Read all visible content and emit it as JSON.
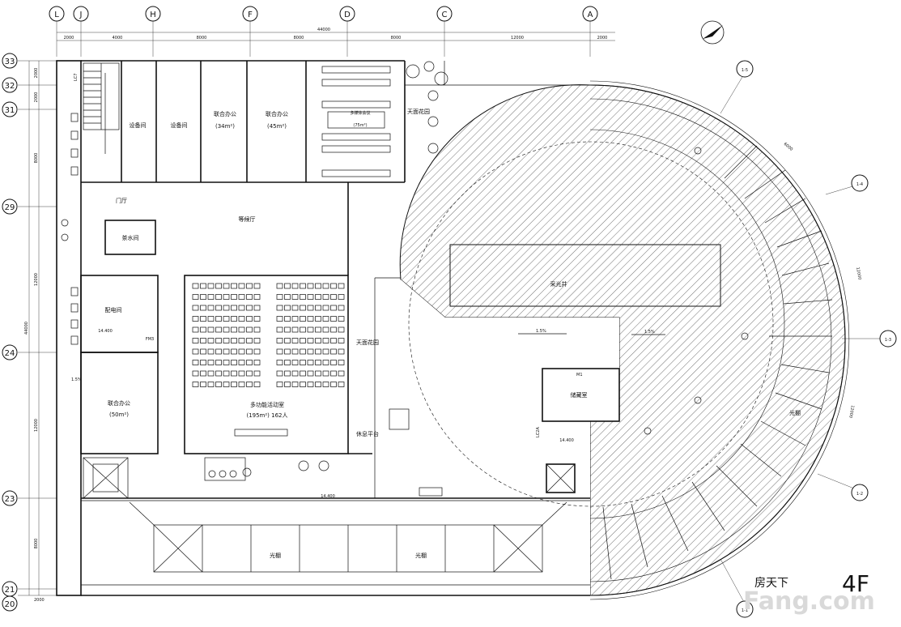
{
  "axes_top": [
    "L",
    "J",
    "H",
    "F",
    "D",
    "C",
    "A"
  ],
  "axes_left": [
    "33",
    "32",
    "31",
    "29",
    "24",
    "23",
    "21",
    "20"
  ],
  "radial_axes": [
    "1-1",
    "1-2",
    "1-3",
    "1-4",
    "1-5"
  ],
  "dims_top": [
    "2000",
    "4000",
    "8000",
    "8000",
    "8000",
    "12000",
    "2000"
  ],
  "dim_top_total": "44000",
  "dims_left": [
    "2000",
    "2000",
    "8000",
    "12000",
    "12000",
    "8000"
  ],
  "dim_left_total": "44000",
  "dims_arc": [
    "6000",
    "12000",
    "12000"
  ],
  "dim_bottom_small": "2000",
  "rooms": {
    "equip1": "设备间",
    "equip2": "设备间",
    "joint1": "联合办公",
    "joint1_area": "(34m²)",
    "joint2": "联合办公",
    "joint2_area": "(45m²)",
    "media": "多媒体会议",
    "media_area": "(75m²)",
    "roof_garden_top": "天面花园",
    "lobby": "门厅",
    "tea": "茶水间",
    "waiting": "等候厅",
    "distribution": "配电间",
    "fm": "FM3",
    "joint3": "联合办公",
    "joint3_area": "(50m²)",
    "multi": "多功能活动室",
    "multi_cap": "(195m²) 162人",
    "roof_garden_mid": "天面花园",
    "rest": "休息平台",
    "skylight1": "光棚",
    "skylight2": "光棚",
    "roof_label": "光棚",
    "void_label": "采光井",
    "service": "储藏室",
    "level_a": "14.400",
    "level_b": "14.400",
    "level_c": "14.400",
    "lc": "LC7",
    "lc2": "LC2A",
    "m1": "M1",
    "slope1": "1.5%",
    "slope2": "1.5%",
    "slope3": "1.5%"
  },
  "floor_label": "4F",
  "watermark_cn": "房天下",
  "watermark_en": "Fang.com"
}
